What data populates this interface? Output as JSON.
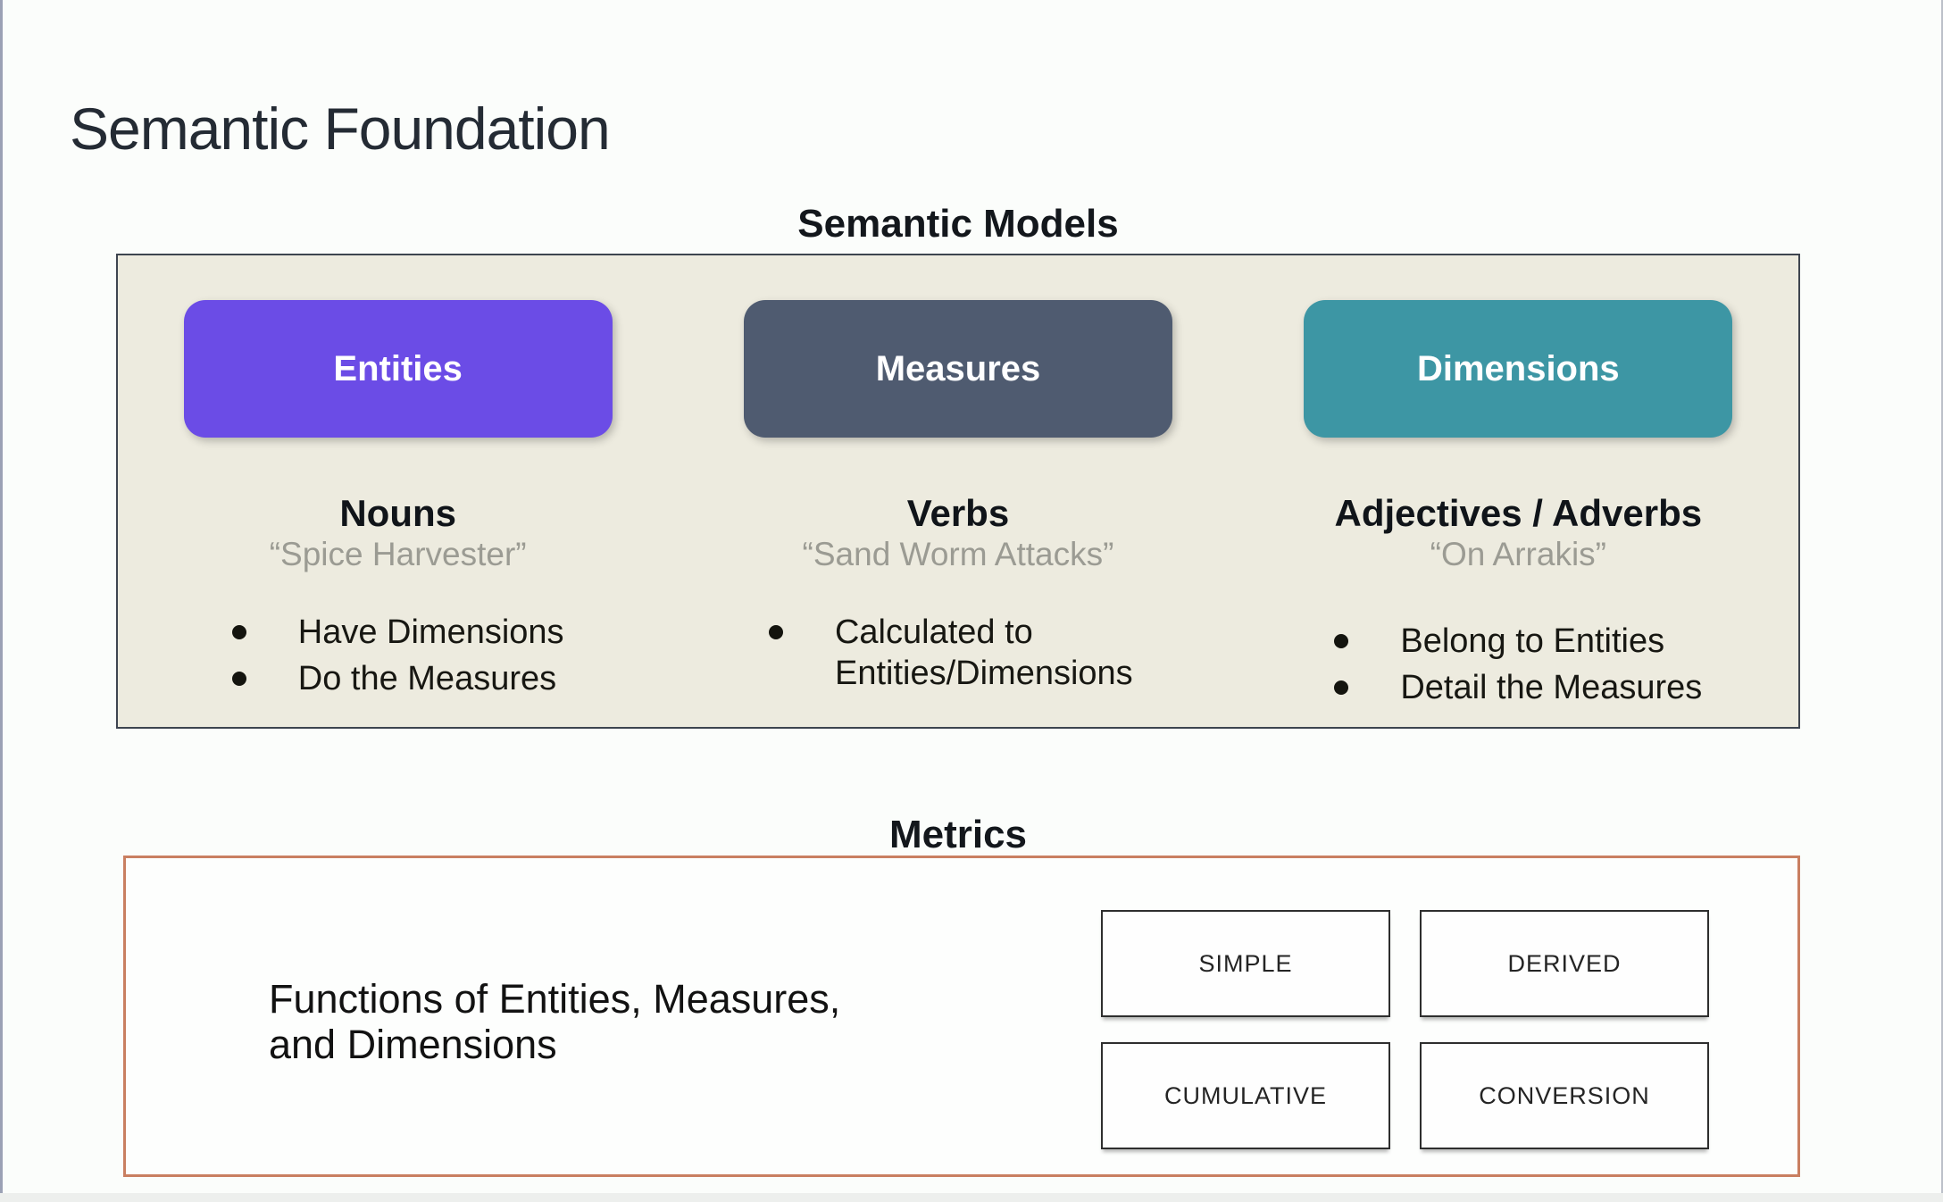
{
  "slide": {
    "title": "Semantic Foundation"
  },
  "semantic_models": {
    "heading": "Semantic Models",
    "columns": [
      {
        "button_label": "Entities",
        "role": "Nouns",
        "example": "“Spice Harvester”",
        "bullets": [
          "Have Dimensions",
          "Do the Measures"
        ]
      },
      {
        "button_label": "Measures",
        "role": "Verbs",
        "example": "“Sand Worm Attacks”",
        "bullets": [
          "Calculated to Entities/Dimensions"
        ]
      },
      {
        "button_label": "Dimensions",
        "role": "Adjectives / Adverbs",
        "example": "“On Arrakis”",
        "bullets": [
          "Belong to Entities",
          "Detail the Measures"
        ]
      }
    ]
  },
  "metrics": {
    "heading": "Metrics",
    "description_line1": "Functions of Entities, Measures,",
    "description_line2": "and Dimensions",
    "types": [
      "SIMPLE",
      "DERIVED",
      "CUMULATIVE",
      "CONVERSION"
    ]
  },
  "colors": {
    "entities_button": "#6b4ce6",
    "measures_button": "#4f5b70",
    "dimensions_button": "#3d96a4",
    "models_panel_bg": "#edebdf",
    "metrics_panel_border": "#c97f61",
    "quote_text": "#9b9b93"
  }
}
